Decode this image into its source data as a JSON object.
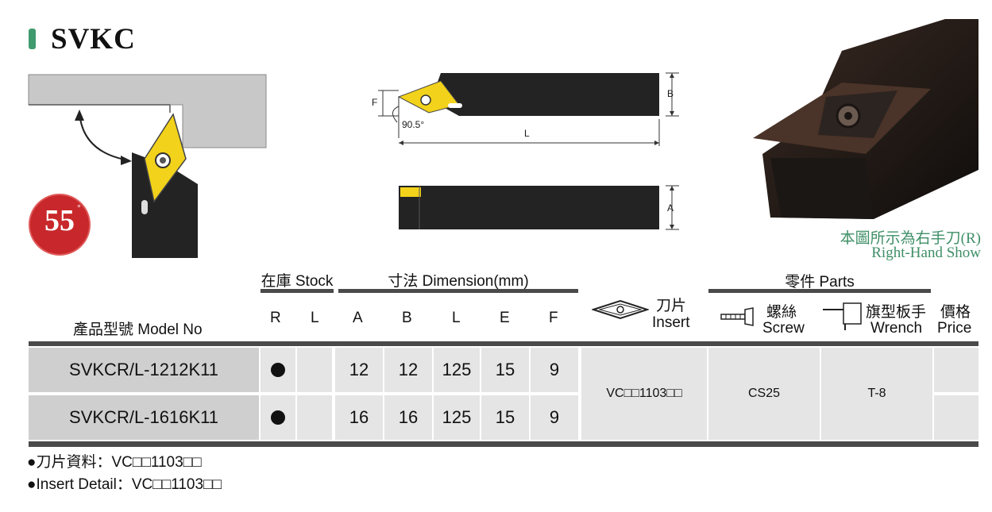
{
  "title": "SVKC",
  "badge": "55",
  "diagram": {
    "angle_label": "90.5°",
    "dim_F": "F",
    "dim_B": "B",
    "dim_L": "L",
    "dim_A": "A"
  },
  "photo_caption": {
    "line1": "本圖所示為右手刀(R)",
    "line2": "Right-Hand Show"
  },
  "headers": {
    "stock": "在庫 Stock",
    "dimension": "寸法 Dimension(mm)",
    "parts": "零件 Parts",
    "model": "產品型號 Model No",
    "R": "R",
    "L": "L",
    "A": "A",
    "B": "B",
    "Ldim": "L",
    "E": "E",
    "F": "F",
    "insert_cn": "刀片",
    "insert_en": "Insert",
    "screw_cn": "螺絲",
    "screw_en": "Screw",
    "wrench_cn": "旗型板手",
    "wrench_en": "Wrench",
    "price_cn": "價格",
    "price_en": "Price"
  },
  "rows": [
    {
      "model": "SVKCR/L-1212K11",
      "A": "12",
      "B": "12",
      "L": "125",
      "E": "15",
      "F": "9"
    },
    {
      "model": "SVKCR/L-1616K11",
      "A": "16",
      "B": "16",
      "L": "125",
      "E": "15",
      "F": "9"
    }
  ],
  "shared": {
    "insert": "VC□□1103□□",
    "screw": "CS25",
    "wrench": "T-8"
  },
  "notes": {
    "line1": "●刀片資料：VC□□1103□□",
    "line2": "●Insert Detail：VC□□1103□□"
  },
  "colors": {
    "accent_green": "#3f9a6e",
    "badge_red": "#c8282b",
    "insert_yellow": "#f2d21a",
    "tool_dark": "#1e1e1e"
  }
}
